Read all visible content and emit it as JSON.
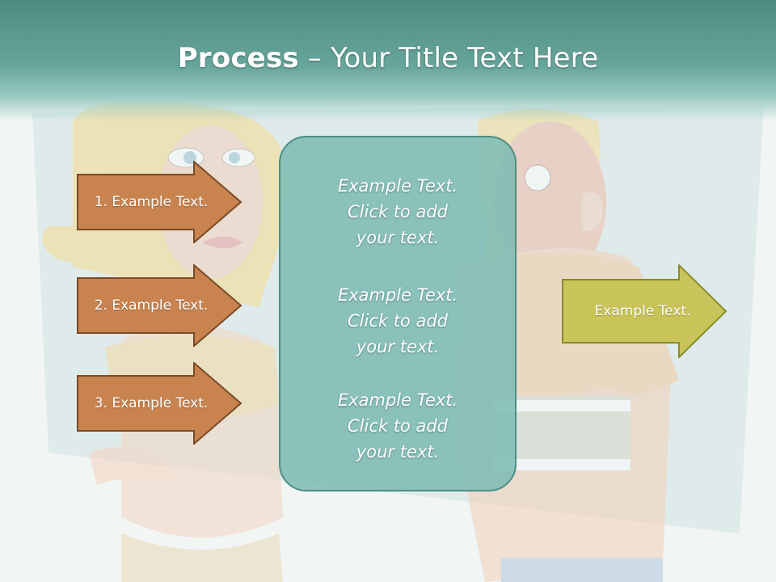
{
  "title": {
    "bold": "Process",
    "rest": " – Your Title Text Here"
  },
  "left_arrows": [
    {
      "label": "1. Example Text."
    },
    {
      "label": "2. Example Text."
    },
    {
      "label": "3. Example Text."
    }
  ],
  "center_box": {
    "blocks": [
      {
        "line1": "Example Text.",
        "line2": "Click  to add",
        "line3": "your text."
      },
      {
        "line1": "Example Text.",
        "line2": "Click  to add",
        "line3": "your text."
      },
      {
        "line1": "Example Text.",
        "line2": "Click  to add",
        "line3": "your text."
      }
    ]
  },
  "right_arrow": {
    "label": "Example Text."
  },
  "colors": {
    "title_band": "#67a69c",
    "left_arrow_fill": "#c9834f",
    "left_arrow_border": "#7a4a26",
    "center_box_fill": "#7ebcb4",
    "right_arrow_fill": "#c9c459",
    "right_arrow_border": "#8a8a2c"
  },
  "background_image": "faded cartoon illustration of a woman and a man"
}
